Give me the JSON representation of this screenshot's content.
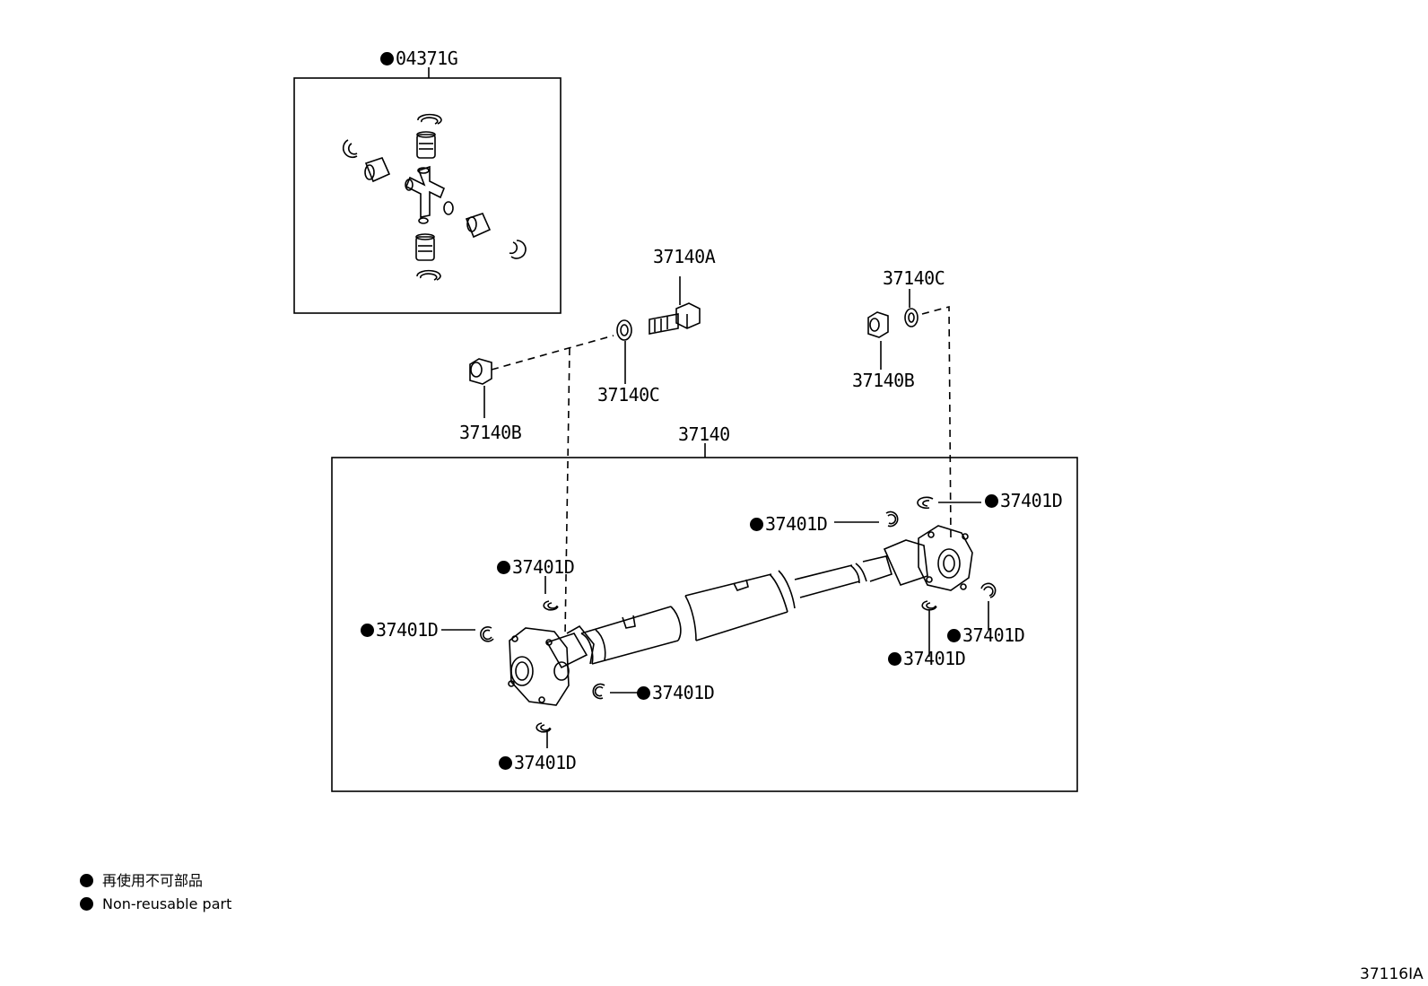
{
  "parts": {
    "spider_kit": "04371G",
    "bolt": "37140A",
    "nut_left": "37140B",
    "nut_right": "37140B",
    "washer_left": "37140C",
    "washer_right": "37140C",
    "shaft_assy": "37140",
    "snap_ring": "37401D"
  },
  "legend": {
    "jp": "再使用不可部品",
    "en": "Non-reusable part"
  },
  "figure_ref": "37116IA"
}
